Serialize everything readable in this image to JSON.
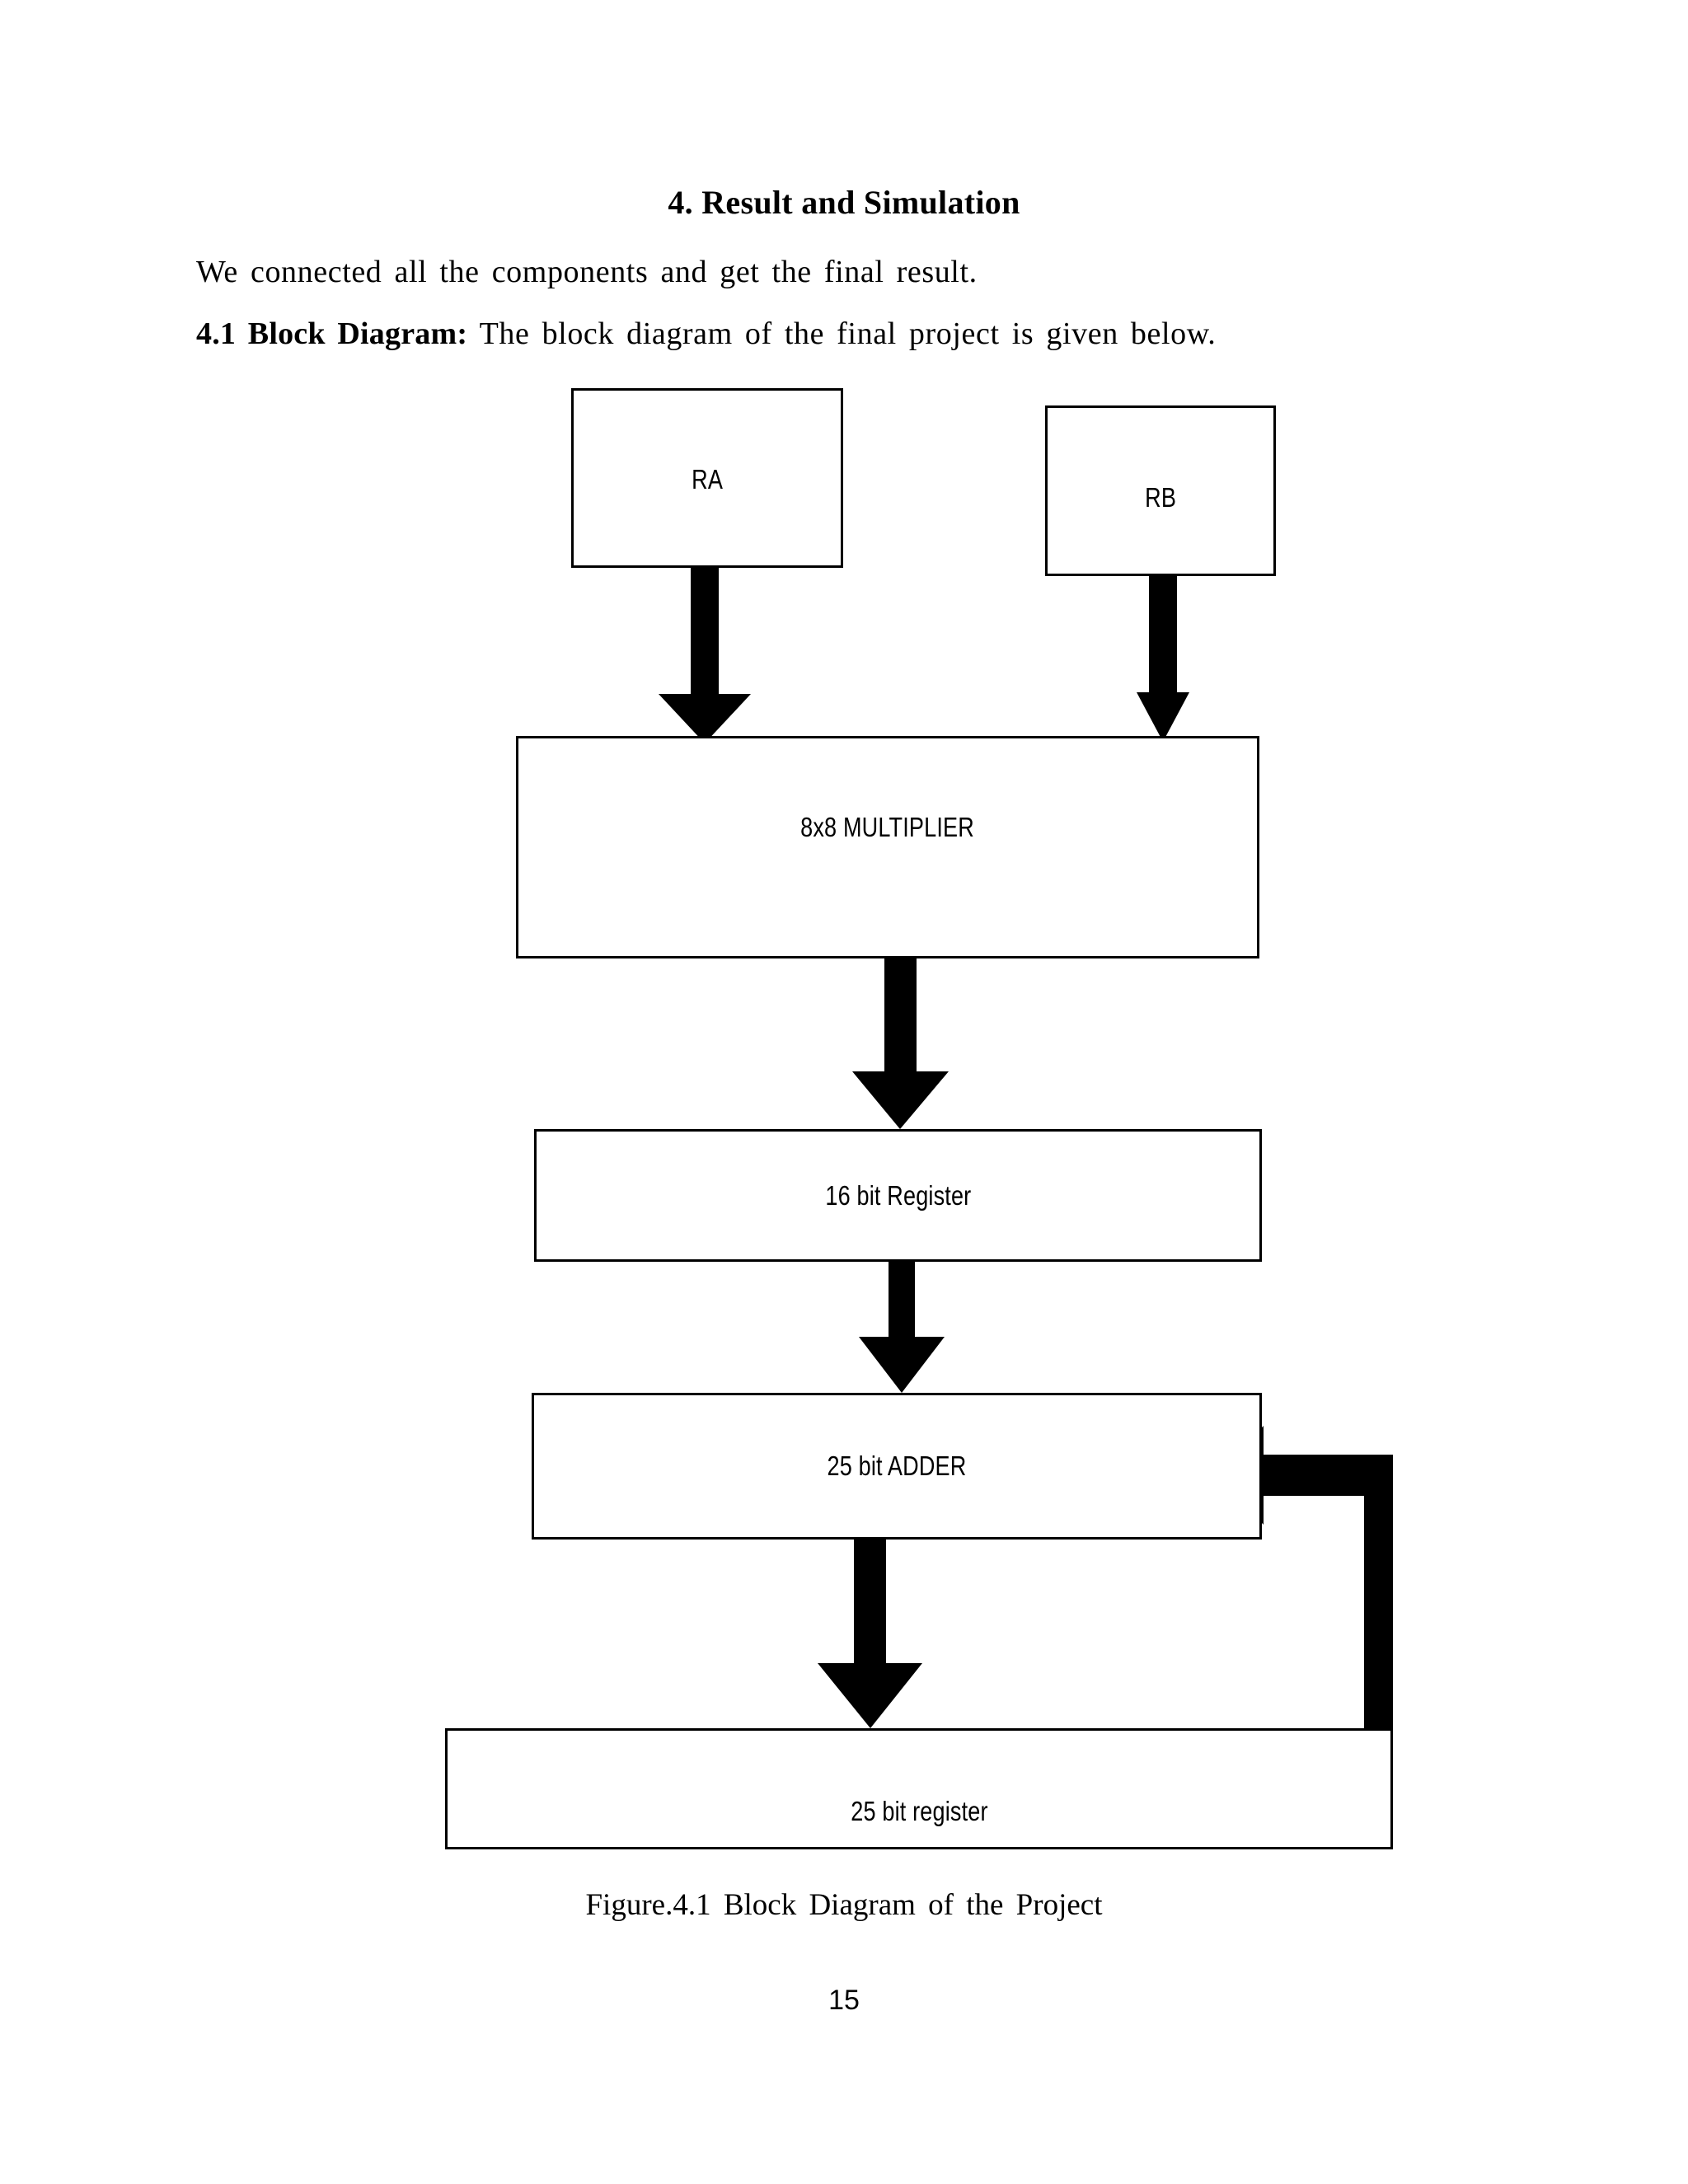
{
  "document": {
    "title": "4. Result and Simulation",
    "paragraphs": [
      "We connected all the components and get the final result."
    ],
    "section": {
      "heading": "4.1 Block Diagram:",
      "body": " The block diagram of the final project is given below."
    },
    "figure_caption": "Figure.4.1  Block Diagram  of the Project",
    "page_number": "15"
  },
  "diagram": {
    "nodes": [
      {
        "id": "ra",
        "label": "RA"
      },
      {
        "id": "rb",
        "label": "RB"
      },
      {
        "id": "multiplier",
        "label": "8x8 MULTIPLIER"
      },
      {
        "id": "reg16",
        "label": "16 bit Register"
      },
      {
        "id": "adder",
        "label": "25 bit ADDER"
      },
      {
        "id": "reg25",
        "label": "25 bit register"
      }
    ],
    "edges": [
      {
        "from": "ra",
        "to": "multiplier",
        "direction": "down"
      },
      {
        "from": "rb",
        "to": "multiplier",
        "direction": "down"
      },
      {
        "from": "multiplier",
        "to": "reg16",
        "direction": "down"
      },
      {
        "from": "reg16",
        "to": "adder",
        "direction": "down"
      },
      {
        "from": "adder",
        "to": "reg25",
        "direction": "down"
      },
      {
        "from": "reg25",
        "to": "adder",
        "direction": "feedback-left"
      }
    ],
    "colors": {
      "stroke": "#000000",
      "fill": "#ffffff",
      "arrow": "#000000"
    }
  }
}
